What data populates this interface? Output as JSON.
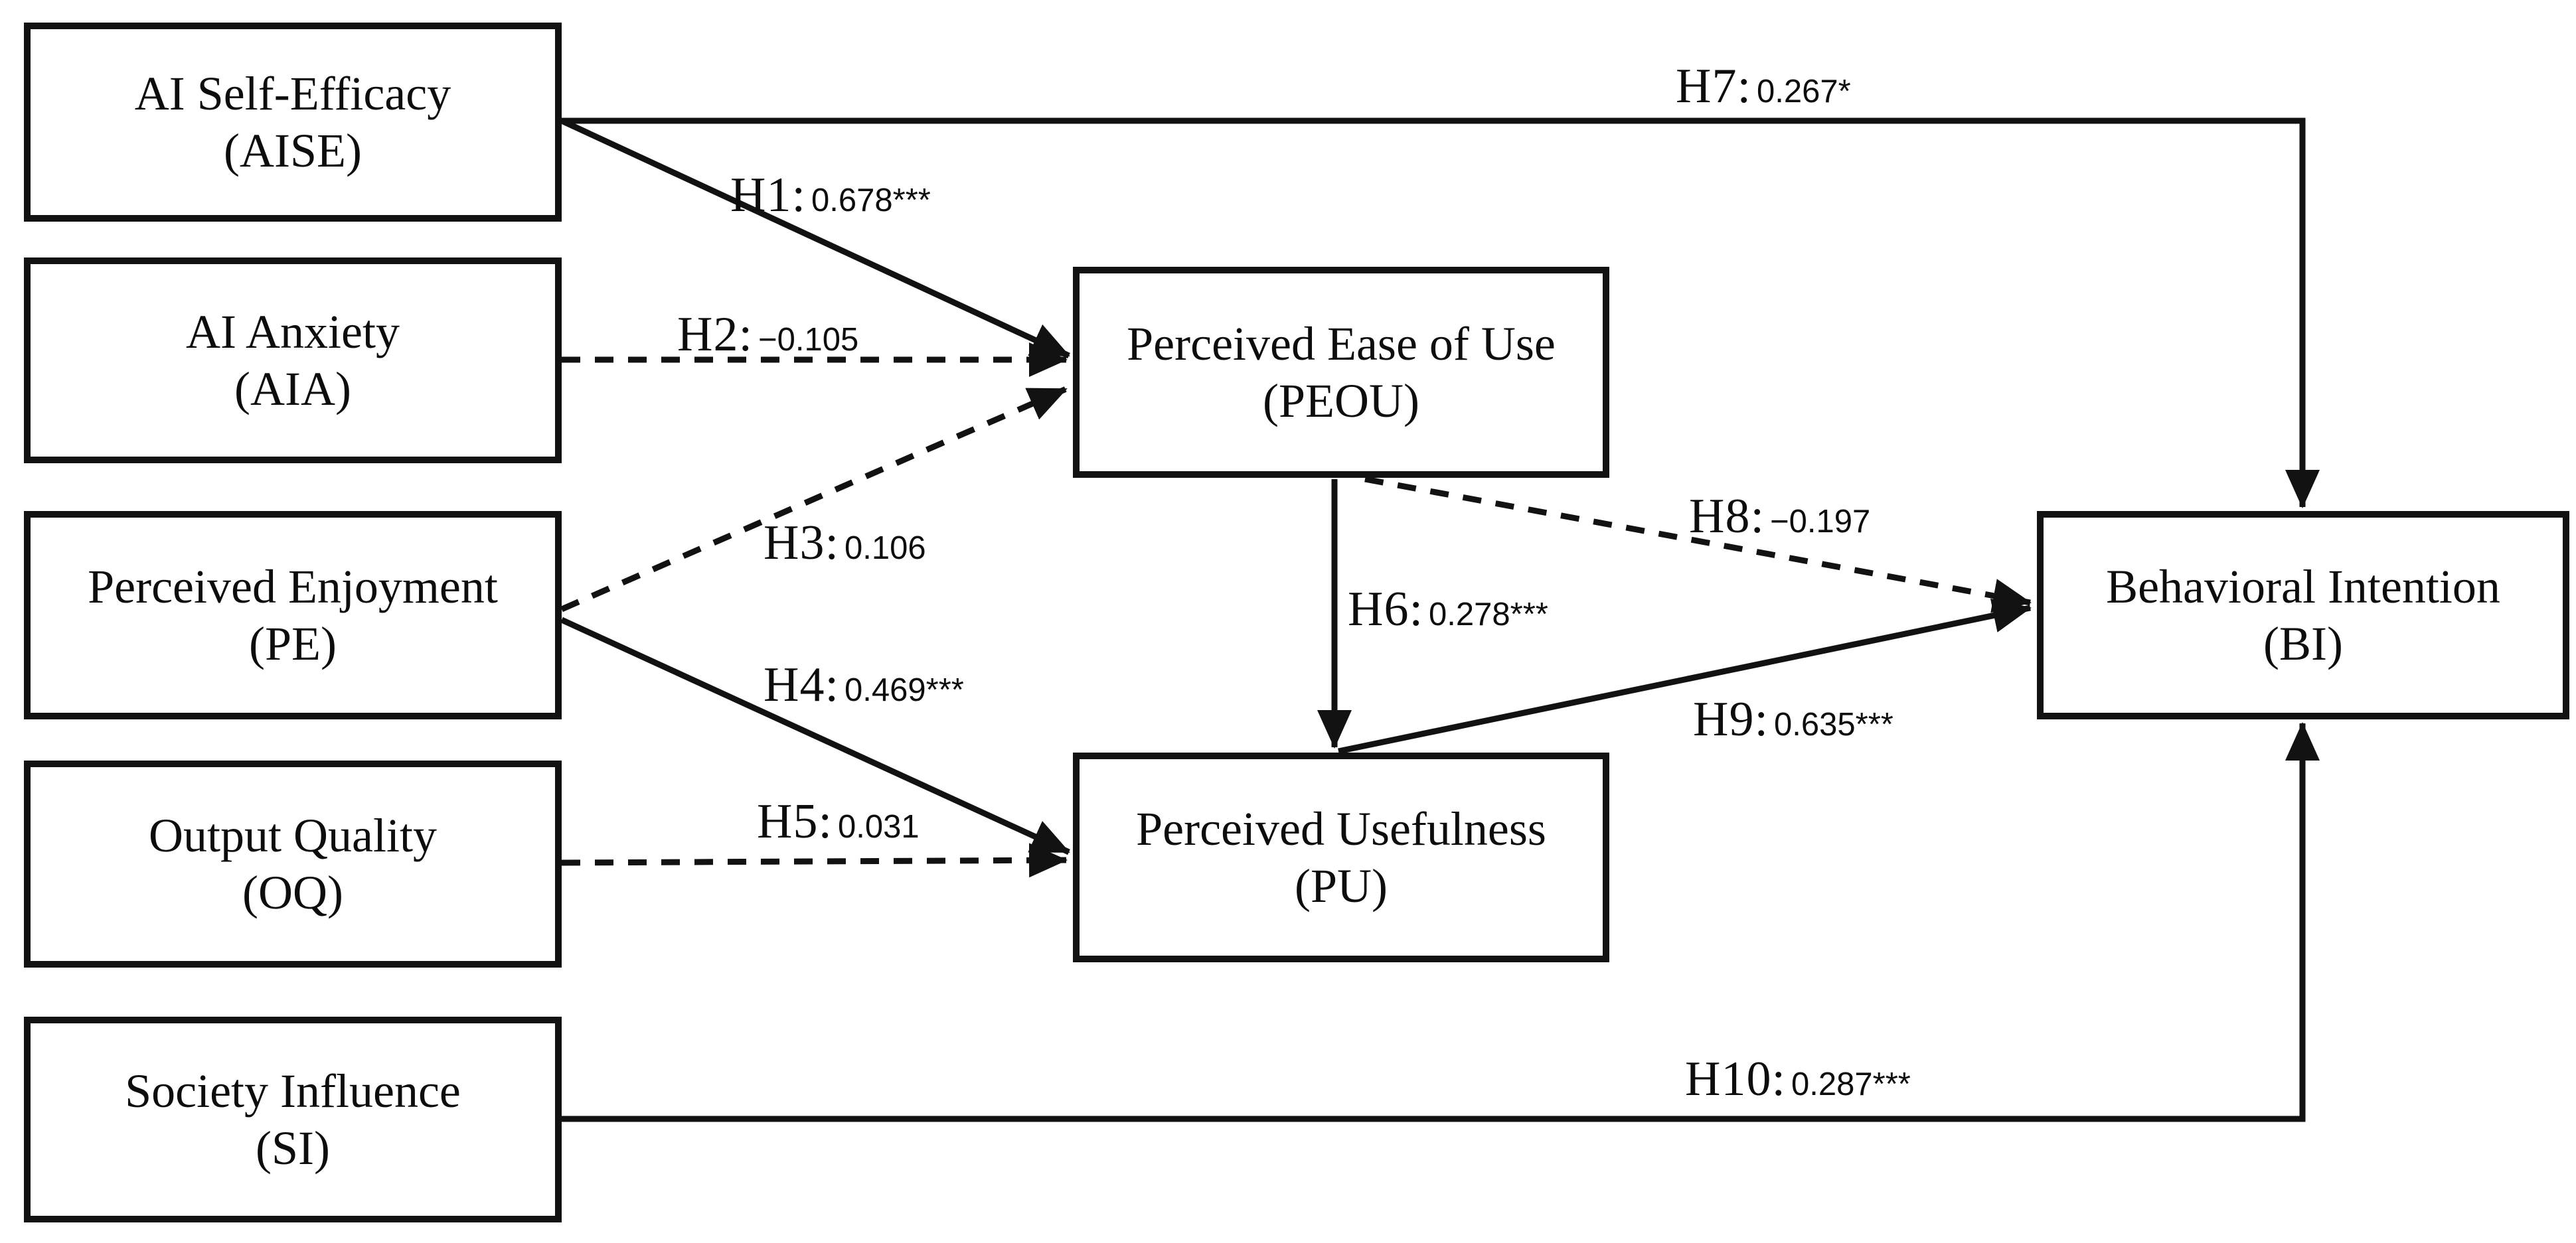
{
  "diagram": {
    "type": "structural-path-model",
    "colors": {
      "line": "#121212",
      "background": "#ffffff",
      "text": "#0d0d0d"
    },
    "constructs": [
      {
        "id": "AISE",
        "name": "AI Self-Efficacy",
        "abbr": "(AISE)"
      },
      {
        "id": "AIA",
        "name": "AI Anxiety",
        "abbr": "(AIA)"
      },
      {
        "id": "PE",
        "name": "Perceived Enjoyment",
        "abbr": "(PE)"
      },
      {
        "id": "OQ",
        "name": "Output Quality",
        "abbr": "(OQ)"
      },
      {
        "id": "SI",
        "name": "Society Influence",
        "abbr": "(SI)"
      },
      {
        "id": "PEOU",
        "name": "Perceived Ease of Use",
        "abbr": "(PEOU)"
      },
      {
        "id": "PU",
        "name": "Perceived Usefulness",
        "abbr": "(PU)"
      },
      {
        "id": "BI",
        "name": "Behavioral Intention",
        "abbr": "(BI)"
      }
    ],
    "paths": [
      {
        "id": "H1",
        "label": "H1:",
        "coefficient": "0.678***",
        "from": "AISE",
        "to": "PEOU",
        "line": "solid"
      },
      {
        "id": "H2",
        "label": "H2:",
        "coefficient": "−0.105",
        "from": "AIA",
        "to": "PEOU",
        "line": "dashed"
      },
      {
        "id": "H3",
        "label": "H3:",
        "coefficient": "0.106",
        "from": "PE",
        "to": "PEOU",
        "line": "dashed"
      },
      {
        "id": "H4",
        "label": "H4:",
        "coefficient": "0.469***",
        "from": "PE",
        "to": "PU",
        "line": "solid"
      },
      {
        "id": "H5",
        "label": "H5:",
        "coefficient": "0.031",
        "from": "OQ",
        "to": "PU",
        "line": "dashed"
      },
      {
        "id": "H6",
        "label": "H6:",
        "coefficient": "0.278***",
        "from": "PEOU",
        "to": "PU",
        "line": "solid"
      },
      {
        "id": "H7",
        "label": "H7:",
        "coefficient": "0.267*",
        "from": "AISE",
        "to": "BI",
        "line": "solid"
      },
      {
        "id": "H8",
        "label": "H8:",
        "coefficient": "−0.197",
        "from": "PEOU",
        "to": "BI",
        "line": "dashed"
      },
      {
        "id": "H9",
        "label": "H9:",
        "coefficient": "0.635***",
        "from": "PU",
        "to": "BI",
        "line": "solid"
      },
      {
        "id": "H10",
        "label": "H10:",
        "coefficient": "0.287***",
        "from": "SI",
        "to": "BI",
        "line": "solid"
      }
    ]
  }
}
